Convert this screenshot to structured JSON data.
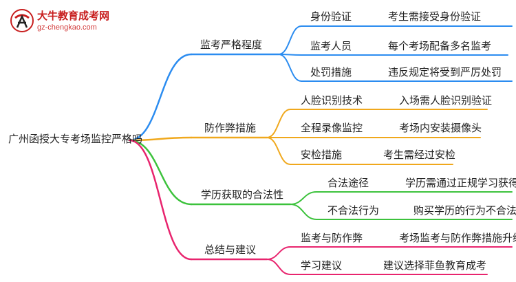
{
  "logo": {
    "title": "大牛教育成考网",
    "url": "gz-chengkao.com"
  },
  "root": "广州函授大专考场监控严格吗",
  "branches": [
    {
      "label": "监考严格程度",
      "color": "#2b8cf0",
      "children": [
        {
          "label": "身份验证",
          "detail": "考生需接受身份验证"
        },
        {
          "label": "监考人员",
          "detail": "每个考场配备多名监考"
        },
        {
          "label": "处罚措施",
          "detail": "违反规定将受到严厉处罚"
        }
      ]
    },
    {
      "label": "防作弊措施",
      "color": "#f0a81c",
      "children": [
        {
          "label": "人脸识别技术",
          "detail": "入场需人脸识别验证"
        },
        {
          "label": "全程录像监控",
          "detail": "考场内安装摄像头"
        },
        {
          "label": "安检措施",
          "detail": "考生需经过安检"
        }
      ]
    },
    {
      "label": "学历获取的合法性",
      "color": "#3cc23c",
      "children": [
        {
          "label": "合法途径",
          "detail": "学历需通过正规学习获得"
        },
        {
          "label": "不合法行为",
          "detail": "购买学历的行为不合法"
        }
      ]
    },
    {
      "label": "总结与建议",
      "color": "#e8246e",
      "children": [
        {
          "label": "监考与防作弊",
          "detail": "考场监考与防作弊措施升级"
        },
        {
          "label": "学习建议",
          "detail": "建议选择菲鱼教育成考"
        }
      ]
    }
  ]
}
